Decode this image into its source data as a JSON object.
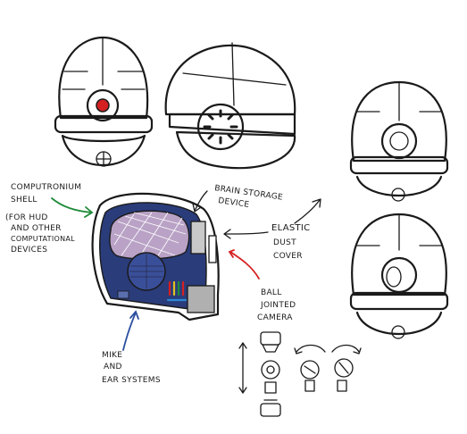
{
  "labels": {
    "computronium_1": "COMPUTRONIUM",
    "computronium_2": "SHELL",
    "computronium_3": "(FOR HUD",
    "computronium_4": "AND OTHER",
    "computronium_5": "COMPUTATIONAL",
    "computronium_6": "DEVICES",
    "brain_1": "BRAIN STORAGE",
    "brain_2": "DEVICE",
    "elastic_1": "ELASTIC",
    "elastic_2": "DUST",
    "elastic_3": "COVER",
    "ball_1": "BALL",
    "ball_2": "JOINTED",
    "ball_3": "CAMERA",
    "mike_1": "MIKE",
    "mike_2": "AND",
    "mike_3": "EAR SYSTEMS"
  },
  "colors": {
    "ink": "#1a1a1a",
    "red_eye": "#d42020",
    "navy_panel": "#2a3c7a",
    "brain": "#b9a2c6",
    "gray_shell": "#8f8f8f",
    "arrow_green": "#1f8a3a",
    "arrow_red": "#d62121",
    "arrow_blue": "#2b4fa0"
  }
}
